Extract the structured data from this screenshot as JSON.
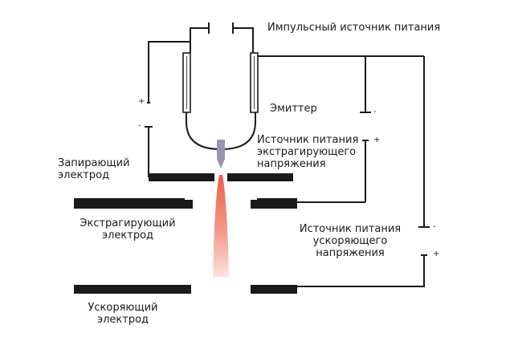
{
  "labels": {
    "pulse_source": "Импульсный источник питания",
    "emitter": "Эмиттер",
    "extracting_source": "Источник питания\nэкстрагирующего\nнапряжения",
    "blocking_electrode": "Запирающий\nэлектрод",
    "extracting_electrode": "Экстрагирующий\nэлектрод",
    "accelerating_source": "Источник питания\nускоряющего\nнапряжения",
    "accelerating_electrode": "Ускоряющий\nэлектрод"
  },
  "signs": {
    "plus": "+",
    "minus": "-"
  },
  "colors": {
    "line": "#1a1a1a",
    "emitter_tip": "#9b93b3",
    "beam_top": "#e9604a",
    "beam_bottom": "#fbe3de"
  }
}
